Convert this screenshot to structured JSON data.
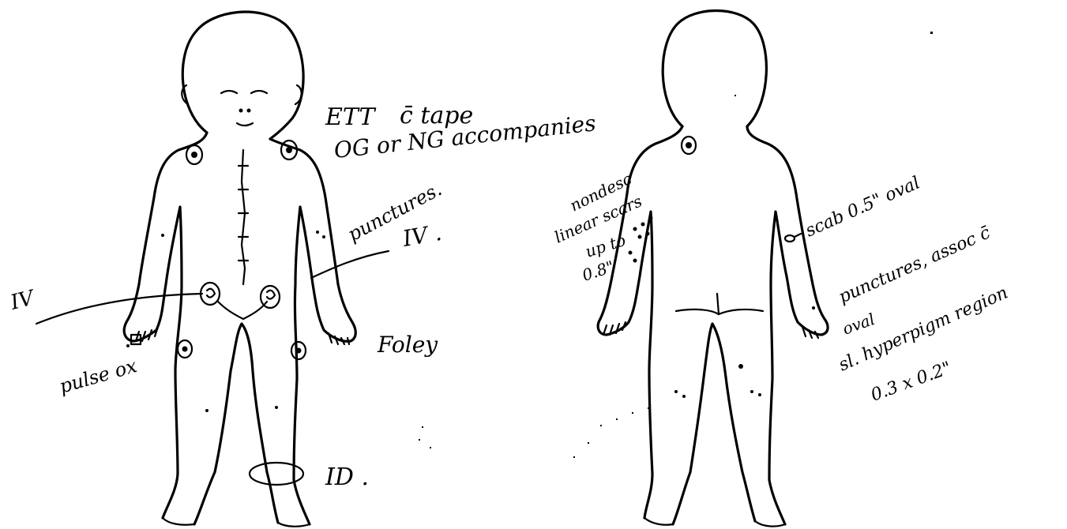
{
  "figure": {
    "front_view": {
      "annotations": {
        "ett": "ETT",
        "tape": "c̄ tape",
        "og_ng": "OG or NG accompanies",
        "punctures": "punctures.",
        "iv_right": "IV .",
        "iv_left": "IV",
        "foley": "Foley",
        "pulse_ox": "pulse ox",
        "id_band": "ID ."
      }
    },
    "back_view": {
      "annotations": {
        "nondesc_1": "nondesc",
        "nondesc_2": "linear scars",
        "nondesc_3": "up to",
        "nondesc_4": "0.8\"",
        "scab": "scab 0.5\" oval",
        "punctures_assoc": "punctures, assoc c̄",
        "oval": "oval",
        "hyperpigm": "sl. hyperpigm region",
        "size": "0.3 x 0.2\""
      }
    }
  }
}
